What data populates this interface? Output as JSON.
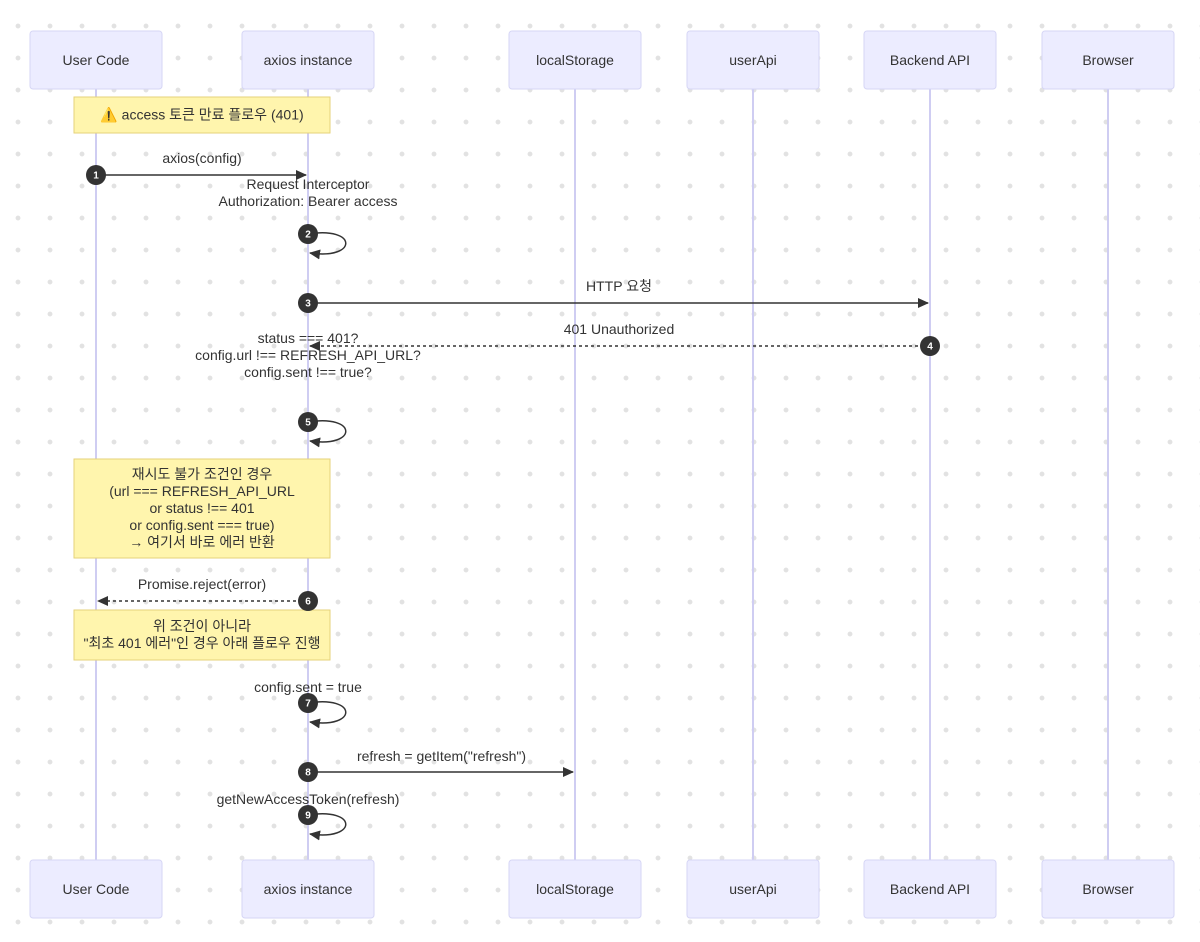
{
  "actors": [
    {
      "id": "user",
      "label": "User Code"
    },
    {
      "id": "axios",
      "label": "axios instance"
    },
    {
      "id": "storage",
      "label": "localStorage"
    },
    {
      "id": "userApi",
      "label": "userApi"
    },
    {
      "id": "backend",
      "label": "Backend API"
    },
    {
      "id": "browser",
      "label": "Browser"
    }
  ],
  "notes": [
    {
      "id": "note-flow-title",
      "lines": [
        "⚠️ access 토큰 만료 플로우 (401)"
      ]
    },
    {
      "id": "note-no-retry",
      "lines": [
        "재시도 불가 조건인 경우",
        "(url === REFRESH_API_URL",
        "or status !== 401",
        "or config.sent === true)",
        "→ 여기서 바로 에러 반환"
      ]
    },
    {
      "id": "note-first-401",
      "lines": [
        "위 조건이 아니라",
        "\"최초 401 에러\"인 경우 아래 플로우 진행"
      ]
    }
  ],
  "messages": [
    {
      "seq": "1",
      "from": "user",
      "to": "axios",
      "style": "solid",
      "lines": [
        "axios(config)"
      ]
    },
    {
      "seq": "2",
      "from": "axios",
      "to": "axios",
      "style": "solid",
      "lines": [
        "Request Interceptor",
        "Authorization: Bearer access"
      ]
    },
    {
      "seq": "3",
      "from": "axios",
      "to": "backend",
      "style": "solid",
      "lines": [
        "HTTP 요청"
      ]
    },
    {
      "seq": "4",
      "from": "backend",
      "to": "axios",
      "style": "dotted",
      "lines": [
        "401 Unauthorized"
      ]
    },
    {
      "seq": "5",
      "from": "axios",
      "to": "axios",
      "style": "solid",
      "lines": [
        "status === 401?",
        "config.url !== REFRESH_API_URL?",
        "config.sent !== true?"
      ]
    },
    {
      "seq": "6",
      "from": "axios",
      "to": "user",
      "style": "dotted",
      "lines": [
        "Promise.reject(error)"
      ]
    },
    {
      "seq": "7",
      "from": "axios",
      "to": "axios",
      "style": "solid",
      "lines": [
        "config.sent = true"
      ]
    },
    {
      "seq": "8",
      "from": "axios",
      "to": "storage",
      "style": "solid",
      "lines": [
        "refresh = getItem(\"refresh\")"
      ]
    },
    {
      "seq": "9",
      "from": "axios",
      "to": "axios",
      "style": "solid",
      "lines": [
        "getNewAccessToken(refresh)"
      ]
    }
  ]
}
